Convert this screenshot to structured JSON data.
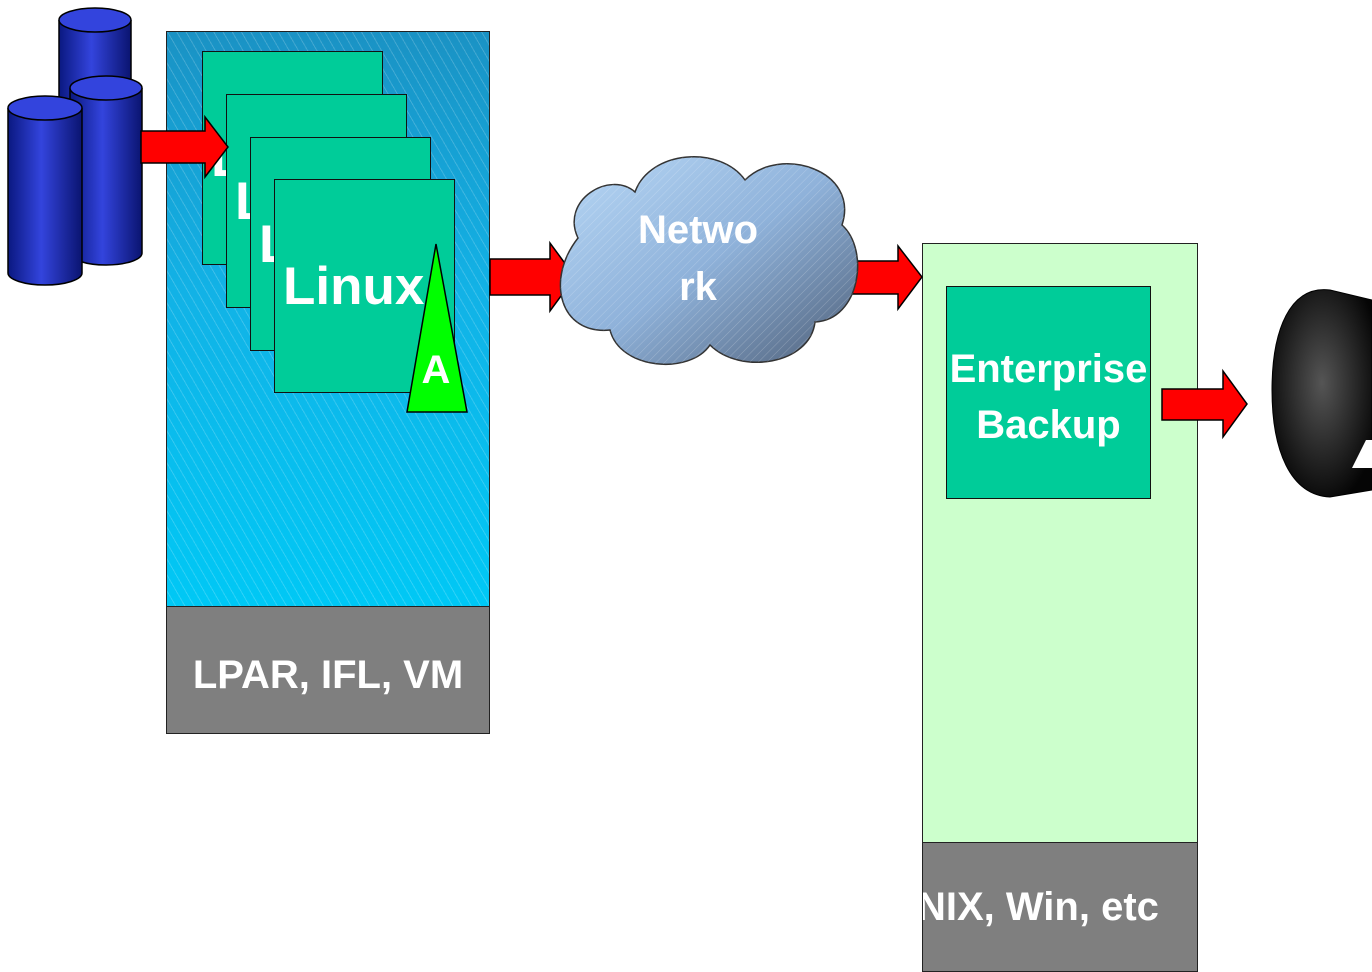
{
  "mainframe": {
    "base_label": "LPAR, IFL, VM",
    "linux_images": [
      "L",
      "L",
      "L",
      "Linux"
    ],
    "agent_label": "A"
  },
  "network": {
    "label_line1": "Netwo",
    "label_line2": "rk"
  },
  "backup_server": {
    "app_label_line1": "Enterprise",
    "app_label_line2": "Backup",
    "base_label": "NIX, Win, etc"
  },
  "colors": {
    "mainframe_blue": "#12b2e6",
    "linux_green": "#00cc99",
    "server_green": "#ccffcc",
    "base_gray": "#7f7f7f",
    "arrow_red": "#ff0000",
    "agent_green": "#00ff00",
    "disk_blue": "#2233bb"
  },
  "icons": [
    "disk-stack-icon",
    "network-cloud-icon",
    "tape-cartridge-icon"
  ]
}
